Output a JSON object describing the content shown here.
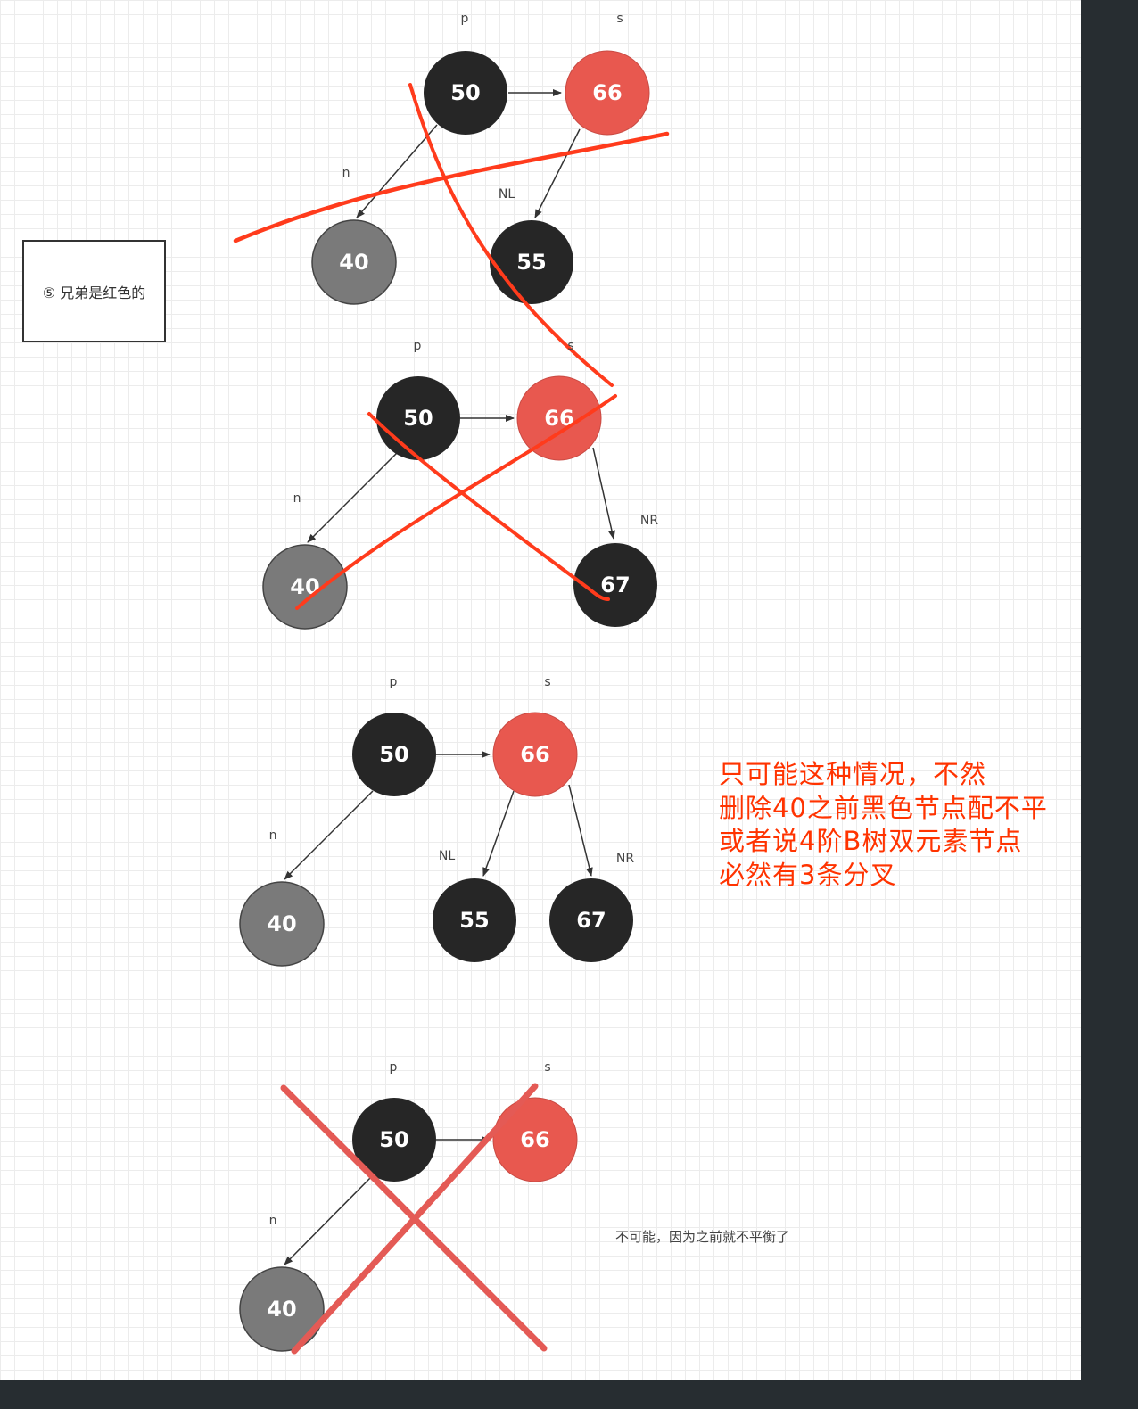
{
  "case_box": {
    "label": "⑤ 兄弟是红色的"
  },
  "annotation": {
    "lines": [
      "只可能这种情况，不然",
      "删除40之前黑色节点配不平",
      "或者说4阶B树双元素节点",
      "必然有3条分叉"
    ]
  },
  "impossible_note": "不可能，因为之前就不平衡了",
  "colors": {
    "black_node": "#262626",
    "red_node": "#e8584f",
    "gray_node": "#7a7a7a",
    "pen_red": "#ff3b1c",
    "big_cross": "#e45a55",
    "background": "#272d31"
  },
  "diagrams": [
    {
      "nodes": [
        {
          "id": "p",
          "value": "50",
          "color": "black",
          "label": "p"
        },
        {
          "id": "s",
          "value": "66",
          "color": "red",
          "label": "s"
        },
        {
          "id": "n",
          "value": "40",
          "color": "gray",
          "label": "n"
        },
        {
          "id": "nl",
          "value": "55",
          "color": "black",
          "label": "NL"
        }
      ]
    },
    {
      "nodes": [
        {
          "id": "p",
          "value": "50",
          "color": "black",
          "label": "p"
        },
        {
          "id": "s",
          "value": "66",
          "color": "red",
          "label": "s"
        },
        {
          "id": "n",
          "value": "40",
          "color": "gray",
          "label": "n"
        },
        {
          "id": "nr",
          "value": "67",
          "color": "black",
          "label": "NR"
        }
      ]
    },
    {
      "nodes": [
        {
          "id": "p",
          "value": "50",
          "color": "black",
          "label": "p"
        },
        {
          "id": "s",
          "value": "66",
          "color": "red",
          "label": "s"
        },
        {
          "id": "n",
          "value": "40",
          "color": "gray",
          "label": "n"
        },
        {
          "id": "nl",
          "value": "55",
          "color": "black",
          "label": "NL"
        },
        {
          "id": "nr",
          "value": "67",
          "color": "black",
          "label": "NR"
        }
      ]
    },
    {
      "nodes": [
        {
          "id": "p",
          "value": "50",
          "color": "black",
          "label": "p"
        },
        {
          "id": "s",
          "value": "66",
          "color": "red",
          "label": "s"
        },
        {
          "id": "n",
          "value": "40",
          "color": "gray",
          "label": "n"
        }
      ]
    }
  ]
}
